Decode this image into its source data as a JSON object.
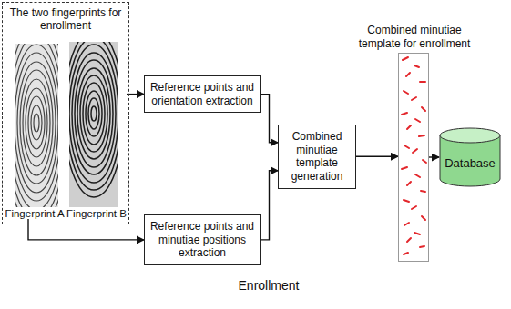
{
  "diagram": {
    "nodes": [
      {
        "text": [
          "The two fingerprints for enrollment"
        ]
      },
      {
        "text": [
          "Fingerprint A"
        ],
        "in": 0
      },
      {
        "text": [
          "Fingerprint B"
        ],
        "in": 0
      },
      {
        "text": [
          "Reference points and orientation extraction"
        ]
      },
      {
        "text": [
          "Reference points and minutiae positions extraction"
        ]
      },
      {
        "text": [
          "Combined minutiae template generation"
        ]
      },
      {
        "text": [
          "Combined minutiae template for enrollment"
        ]
      },
      {
        "text": [
          "Database"
        ]
      }
    ],
    "edges": [
      {
        "from": 2,
        "to": 3,
        "arrow": "to"
      },
      {
        "from": 1,
        "to": 4,
        "arrow": "to"
      },
      {
        "from": 3,
        "to": 5,
        "arrow": "to"
      },
      {
        "from": 4,
        "to": 5,
        "arrow": "to"
      },
      {
        "from": 5,
        "to": 6,
        "arrow": "to"
      },
      {
        "from": 6,
        "to": 7,
        "arrow": "to"
      }
    ],
    "labels": [
      "Enrollment"
    ]
  }
}
